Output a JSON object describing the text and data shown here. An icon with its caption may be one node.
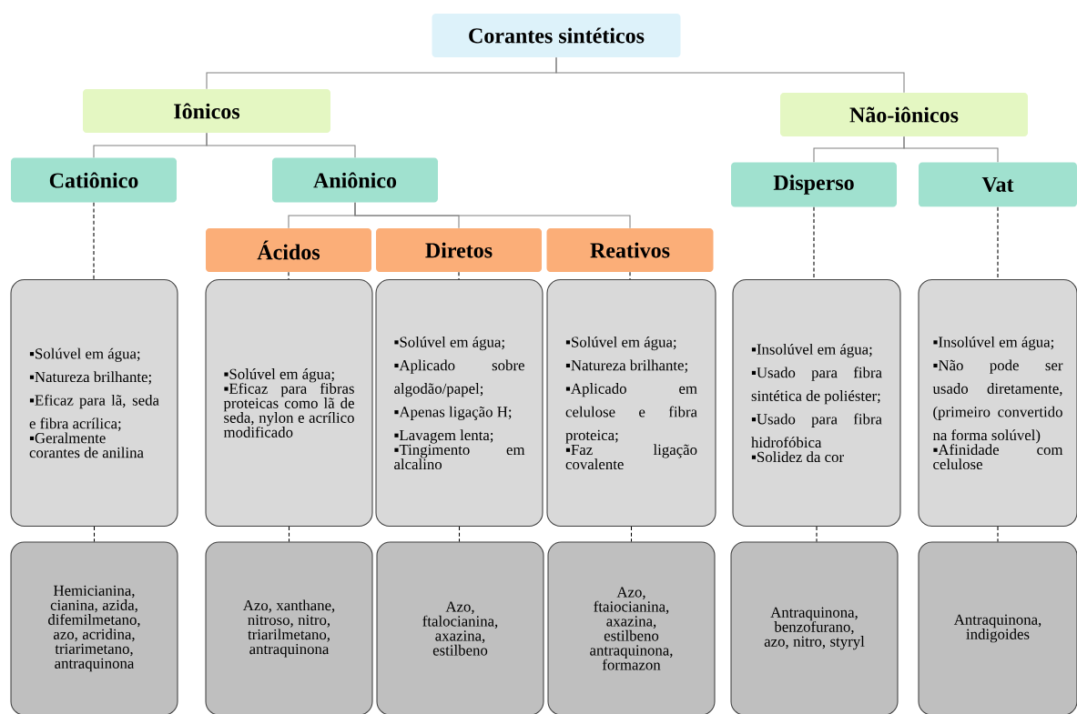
{
  "diagram": {
    "nodes": [
      {
        "text": [
          "Corantes sintéticos"
        ]
      },
      {
        "text": [
          "Iônicos"
        ]
      },
      {
        "text": [
          "Não-iônicos"
        ]
      },
      {
        "text": [
          "Catiônico"
        ]
      },
      {
        "text": [
          "Aniônico"
        ]
      },
      {
        "text": [
          "Disperso"
        ]
      },
      {
        "text": [
          "Vat"
        ]
      },
      {
        "text": [
          "Ácidos"
        ]
      },
      {
        "text": [
          "Diretos"
        ]
      },
      {
        "text": [
          "Reativos"
        ]
      },
      {
        "text": [
          "▪Solúvel em água;",
          "▪Natureza brilhante;",
          "▪Eficaz para lã, seda e fibra acrílica;",
          "▪Geralmente corantes de anilina"
        ]
      },
      {
        "text": [
          "▪Solúvel em água;",
          "▪Eficaz para fibras proteicas como lã de seda, nylon e acrílico modificado"
        ]
      },
      {
        "text": [
          "▪Solúvel em água;",
          "▪Aplicado sobre algodão/papel;",
          "▪Apenas ligação H;",
          "▪Lavagem lenta;",
          "▪Tingimento em alcalino"
        ]
      },
      {
        "text": [
          "▪Solúvel em água;",
          "▪Natureza brilhante;",
          "▪Aplicado em celulose e fibra proteica;",
          "▪Faz ligação covalente"
        ]
      },
      {
        "text": [
          "▪Insolúvel em água;",
          "▪Usado para fibra sintética de poliéster;",
          "▪Usado para fibra hidrofóbica",
          "▪Solidez da cor"
        ]
      },
      {
        "text": [
          "▪Insolúvel em água;",
          "▪Não pode ser usado diretamente, (primeiro convertido na forma solúvel)",
          "▪Afinidade com celulose"
        ]
      },
      {
        "text": [
          "Hemicianina, cianina, azida, difemilmetano, azo, acridina, triarimetano, antraquinona"
        ]
      },
      {
        "text": [
          "Azo, xanthane, nitroso, nitro, triarilmetano, antraquinona"
        ]
      },
      {
        "text": [
          "Azo, ftalocianina, axazina, estilbeno"
        ]
      },
      {
        "text": [
          "Azo, ftaiocianina, axazina, estilbeno antraquinona, formazon"
        ]
      },
      {
        "text": [
          "Antraquinona, benzofurano, azo, nitro, styryl"
        ]
      },
      {
        "text": [
          "Antraquinona, indigoides"
        ]
      }
    ],
    "edges": [
      {
        "from": 0,
        "to": 1,
        "arrow": "none",
        "color": "#808080"
      },
      {
        "from": 0,
        "to": 2,
        "arrow": "none",
        "color": "#808080"
      },
      {
        "from": 1,
        "to": 3,
        "arrow": "none",
        "color": "#808080"
      },
      {
        "from": 1,
        "to": 4,
        "arrow": "none",
        "color": "#808080"
      },
      {
        "from": 2,
        "to": 5,
        "arrow": "none",
        "color": "#808080"
      },
      {
        "from": 2,
        "to": 6,
        "arrow": "none",
        "color": "#808080"
      },
      {
        "from": 4,
        "to": 7,
        "arrow": "none",
        "color": "#808080"
      },
      {
        "from": 4,
        "to": 8,
        "arrow": "none",
        "color": "#808080"
      },
      {
        "from": 4,
        "to": 9,
        "arrow": "none",
        "color": "#808080"
      },
      {
        "from": 3,
        "to": 10,
        "arrow": "none",
        "style": "dashed"
      },
      {
        "from": 7,
        "to": 11,
        "arrow": "none",
        "style": "dashed"
      },
      {
        "from": 8,
        "to": 12,
        "arrow": "none",
        "style": "dashed"
      },
      {
        "from": 9,
        "to": 13,
        "arrow": "none",
        "style": "dashed"
      },
      {
        "from": 5,
        "to": 14,
        "arrow": "none",
        "style": "dashed"
      },
      {
        "from": 6,
        "to": 15,
        "arrow": "none",
        "style": "dashed"
      },
      {
        "from": 10,
        "to": 16,
        "arrow": "none",
        "style": "dashed"
      },
      {
        "from": 11,
        "to": 17,
        "arrow": "none",
        "style": "dashed"
      },
      {
        "from": 12,
        "to": 18,
        "arrow": "none",
        "style": "dashed"
      },
      {
        "from": 13,
        "to": 19,
        "arrow": "none",
        "style": "dashed"
      },
      {
        "from": 14,
        "to": 20,
        "arrow": "none",
        "style": "dashed"
      },
      {
        "from": 15,
        "to": 21,
        "arrow": "none",
        "style": "dashed"
      }
    ]
  }
}
